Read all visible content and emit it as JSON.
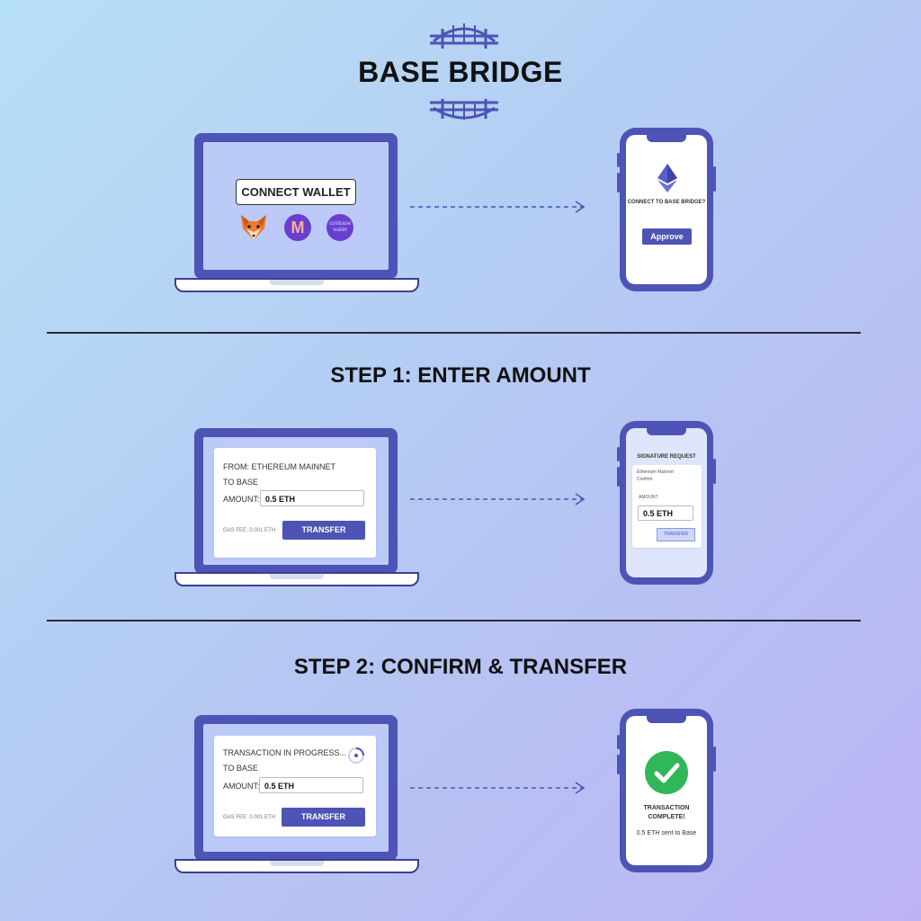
{
  "header": {
    "title": "BASE BRIDGE"
  },
  "steps": {
    "step1_title": "STEP 1: ENTER AMOUNT",
    "step2_title": "STEP 2: CONFIRM & TRANSFER"
  },
  "panel_connect": {
    "connect_label": "CONNECT WALLET",
    "wallets": [
      {
        "name": "fox-wallet-icon"
      },
      {
        "name": "m-wallet-icon",
        "letter": "M"
      },
      {
        "name": "coinbase-wallet-icon",
        "text": "coinbase wallet"
      }
    ],
    "phone_prompt": "CONNECT TO BASE BRIDGE?",
    "approve_label": "Approve"
  },
  "panel_amount": {
    "from_label": "FROM: ETHEREUM MAINNET",
    "to_label": "TO BASE",
    "amount_label": "AMOUNT:",
    "amount_value": "0.5 ETH",
    "gas_fee": "GAS FEE: 0.001 ETH",
    "transfer_label": "TRANSFER",
    "phone_header": "SIGNATURE REQUEST",
    "phone_subheader": "Ethereum Mainnet",
    "phone_sub2": "Confirm",
    "phone_amount_label": "AMOUNT",
    "phone_amount_value": "0.5 ETH",
    "phone_button": "TRANSFER"
  },
  "panel_confirm": {
    "status_label": "TRANSACTION IN PROGRESS...",
    "to_label": "TO BASE",
    "amount_label": "AMOUNT:",
    "amount_value": "0.5 ETH",
    "gas_fee": "GAS FEE: 0.001 ETH",
    "transfer_label": "TRANSFER",
    "complete_line1": "TRANSACTION",
    "complete_line2": "COMPLETE!",
    "sent_text": "0.5 ETH sent to Base"
  },
  "colors": {
    "accent": "#4d54b5",
    "screen": "#bccaf8",
    "success": "#30b75a"
  }
}
